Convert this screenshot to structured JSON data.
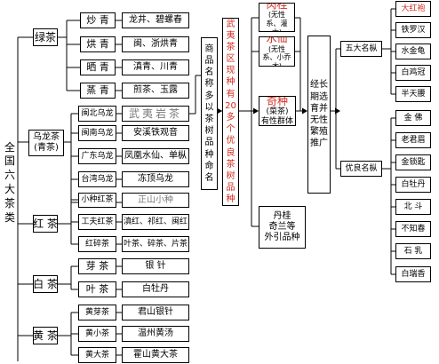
{
  "root": "全国六大茶类",
  "categories": {
    "green": {
      "label": "绿茶",
      "types": [
        {
          "name": "炒  青",
          "examples": "龙井、碧螺春"
        },
        {
          "name": "烘  青",
          "examples": "闽、浙烘青"
        },
        {
          "name": "晒  青",
          "examples": "滇青、川青"
        },
        {
          "name": "蒸  青",
          "examples": "煎茶、玉露"
        }
      ]
    },
    "oolong": {
      "label": "乌龙茶",
      "sublabel": "(青茶)",
      "types": [
        {
          "name": "闽北乌龙",
          "examples": "武夷岩茶"
        },
        {
          "name": "闽南乌龙",
          "examples": "安溪铁观音"
        },
        {
          "name": "广东乌龙",
          "examples": "凤凰水仙、单枞"
        },
        {
          "name": "台湾乌龙",
          "examples": "冻顶乌龙"
        }
      ]
    },
    "black": {
      "label": "红  茶",
      "types": [
        {
          "name": "小种红茶",
          "examples": "正山小种"
        },
        {
          "name": "工夫红茶",
          "examples": "滇红、祁红、闽红"
        },
        {
          "name": "红碎茶",
          "examples": "叶茶、碎茶、片茶"
        }
      ]
    },
    "white": {
      "label": "白  茶",
      "types": [
        {
          "name": "芽  茶",
          "examples": "银  针"
        },
        {
          "name": "叶  茶",
          "examples": "白牡丹"
        }
      ]
    },
    "yellow": {
      "label": "黄  茶",
      "types": [
        {
          "name": "黄芽茶",
          "examples": "君山银针"
        },
        {
          "name": "黄小茶",
          "examples": "温州黄汤"
        },
        {
          "name": "黄大茶",
          "examples": "霍山黄大茶"
        }
      ]
    }
  },
  "naming_note": "商品名称多以茶树品种命名",
  "wuyi_note": "武夷茶区现种有20多个优良茶树品种",
  "cultivars": {
    "rougui": {
      "title": "肉桂",
      "detail": "(无性系、灌木)"
    },
    "shuixian": {
      "title": "水仙",
      "detail": "(无性系、小乔木)"
    },
    "qizhong": {
      "title": "奇种",
      "detail": "(菜茶)",
      "detail2": "有性群体"
    },
    "danggui": {
      "line1": "丹桂",
      "line2": "奇兰等",
      "line3": "外引品种"
    }
  },
  "selection_note": "经长期选育并无性繁殖推广",
  "five_famous": {
    "label": "五大名枞",
    "items": [
      "大红袍",
      "铁罗汉",
      "水金龟",
      "白鸡冠",
      "半天腰"
    ]
  },
  "excellent": {
    "label": "优良名枞",
    "items": [
      "金  佛",
      "老君眉",
      "金锁匙",
      "白牡丹",
      "北  斗",
      "不知春",
      "石  乳",
      "白瑞香"
    ]
  },
  "colors": {
    "highlight_red": "#d42a1e",
    "muted_grey": "#7a7a7a",
    "line": "#000000"
  }
}
